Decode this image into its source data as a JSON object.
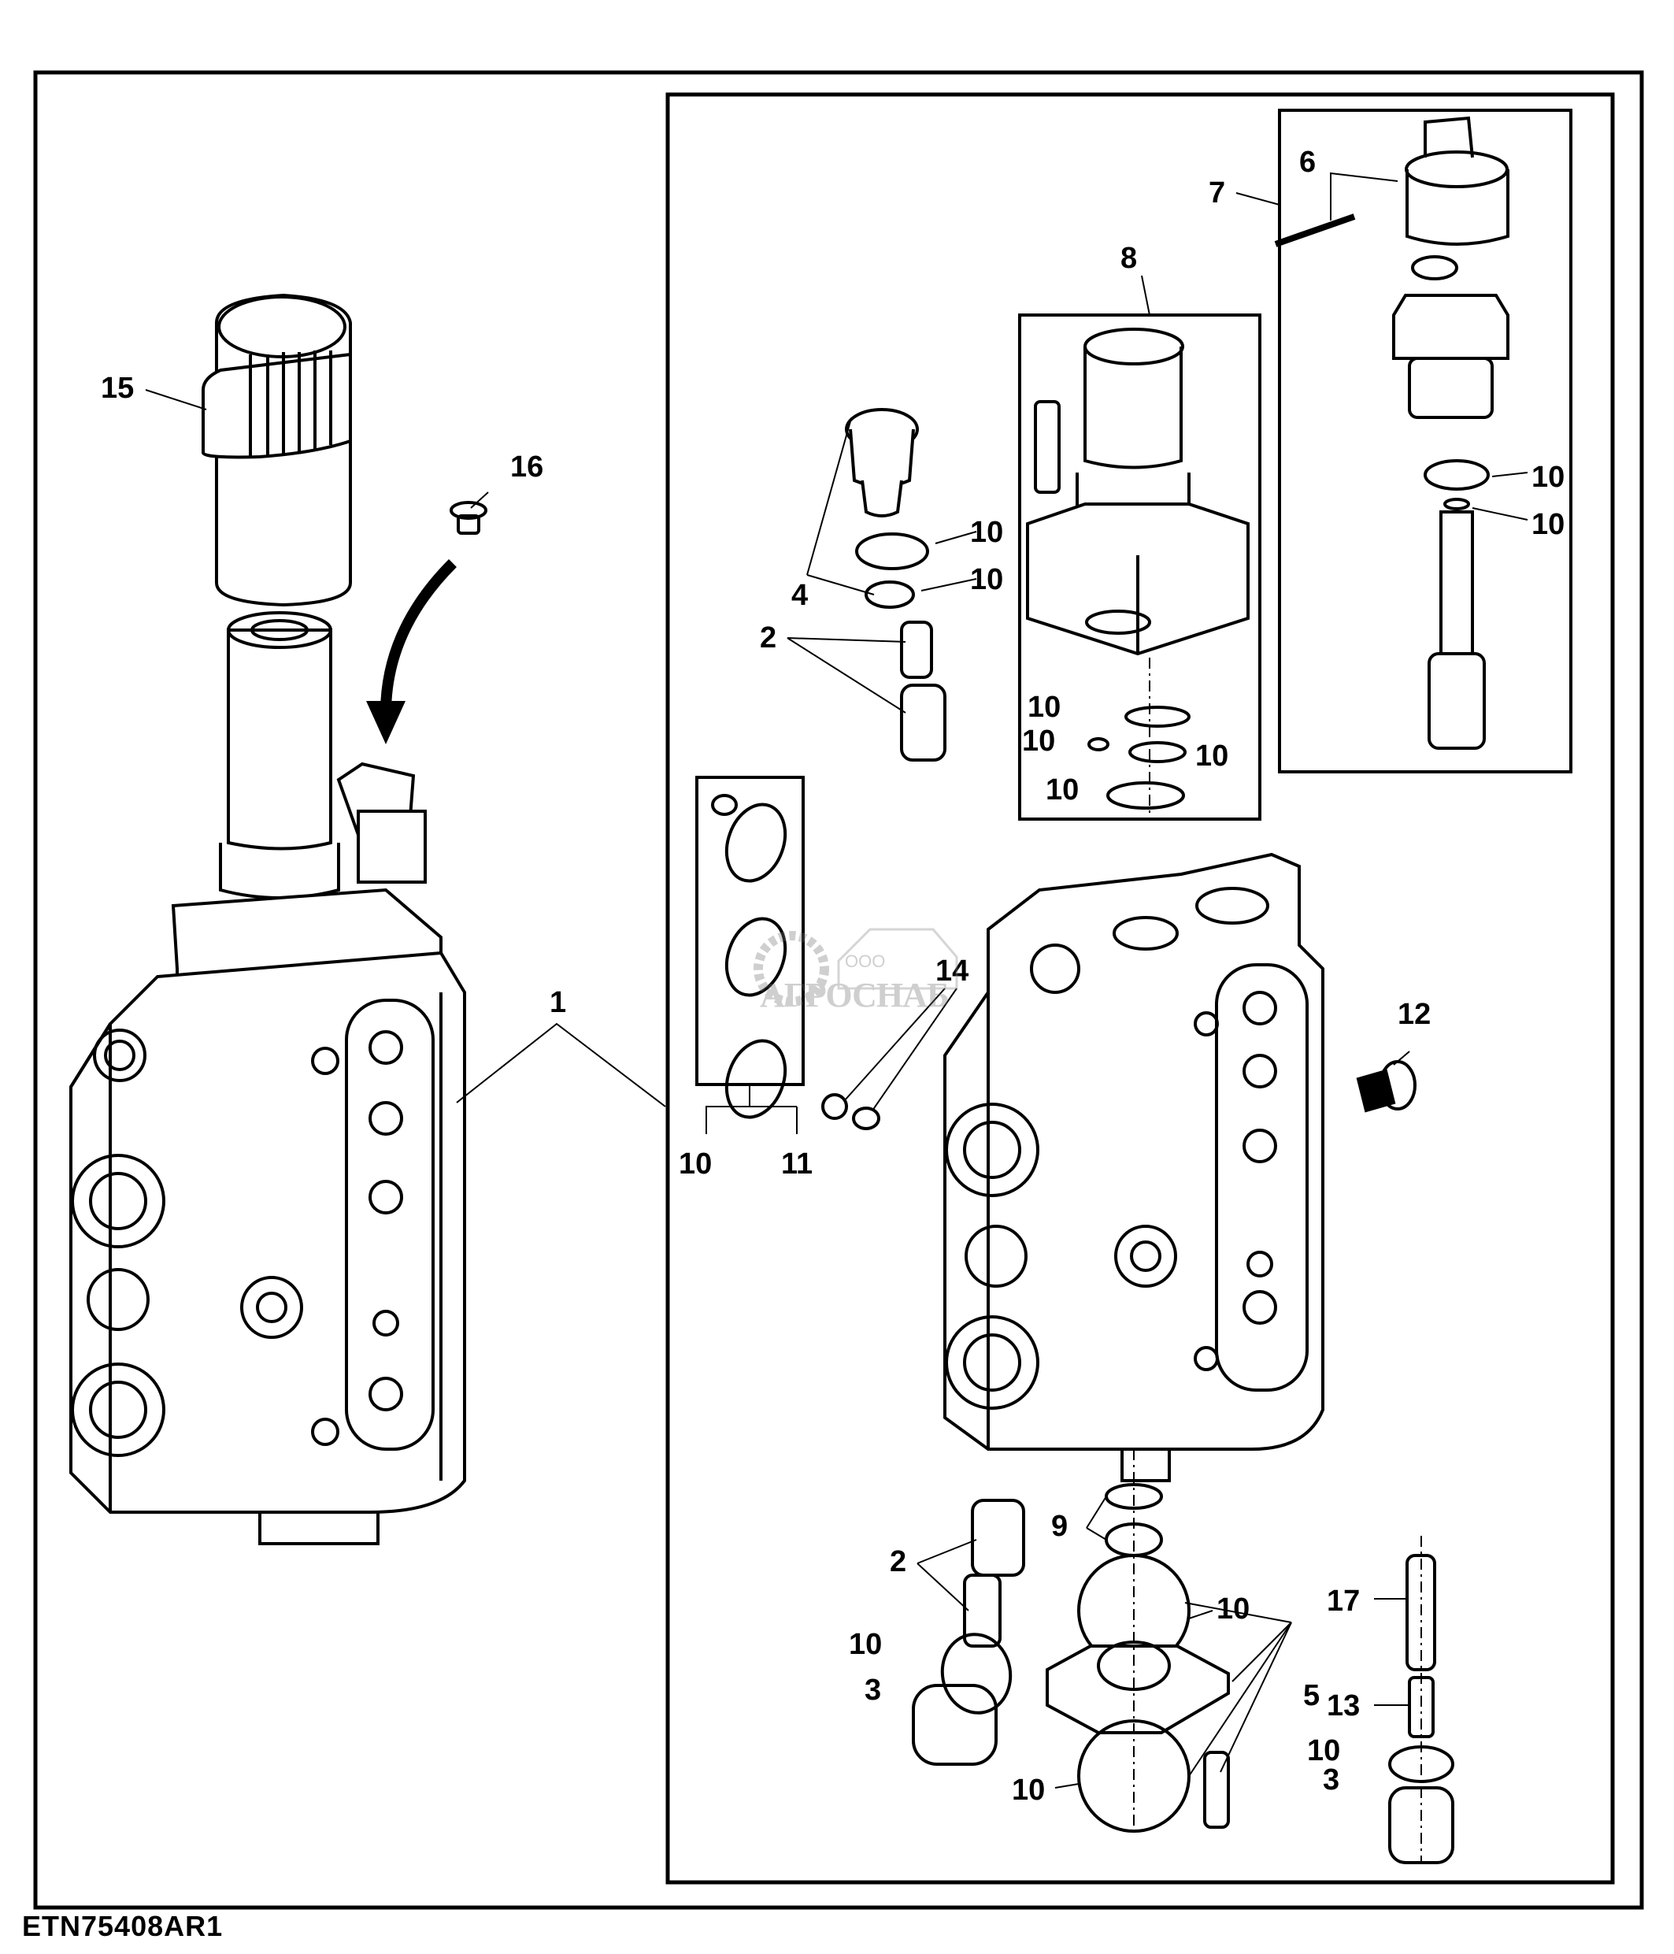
{
  "figure": {
    "code": "ETN75408AR1",
    "watermark": {
      "prefix": "ООО",
      "name": "АГРОСНАБ"
    }
  },
  "callouts": {
    "c1": "1",
    "c2a": "2",
    "c2b": "2",
    "c3a": "3",
    "c3b": "3",
    "c4": "4",
    "c5": "5",
    "c6": "6",
    "c7": "7",
    "c8": "8",
    "c9": "9",
    "c10_a": "10",
    "c10_b": "10",
    "c10_c": "10",
    "c10_d": "10",
    "c10_e": "10",
    "c10_f": "10",
    "c10_g": "10",
    "c10_h": "10",
    "c10_i": "10",
    "c10_j": "10",
    "c10_k": "10",
    "c10_l": "10",
    "c10_m": "10",
    "c11": "11",
    "c12": "12",
    "c13": "13",
    "c14": "14",
    "c15": "15",
    "c16": "16",
    "c17": "17"
  }
}
